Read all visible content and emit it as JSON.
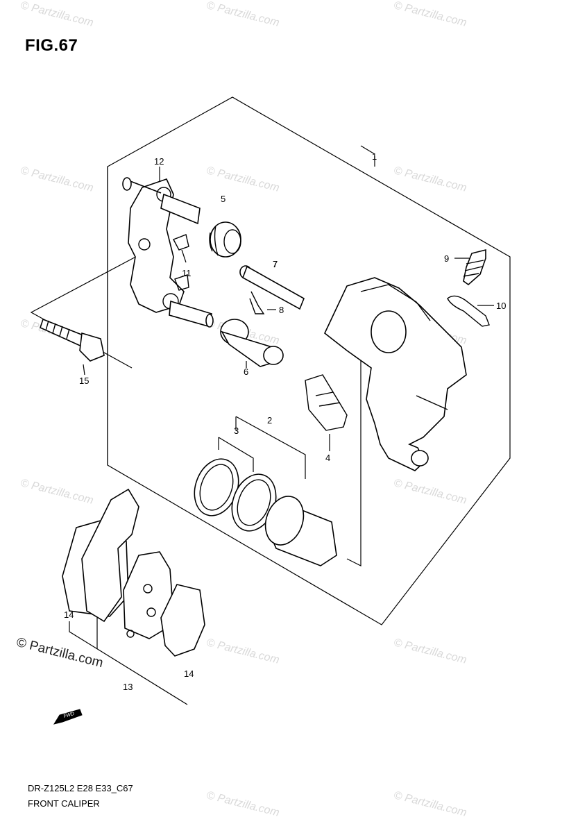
{
  "figure": {
    "title": "FIG.67",
    "model_code": "DR-Z125L2 E28 E33_C67",
    "diagram_name": "FRONT CALIPER"
  },
  "watermark": {
    "text": "© Partzilla.com"
  },
  "callouts": [
    "1",
    "2",
    "3",
    "4",
    "5",
    "6",
    "7",
    "8",
    "9",
    "10",
    "11",
    "12",
    "13",
    "14",
    "14",
    "15"
  ],
  "direction_marker": {
    "text": "FWD"
  }
}
